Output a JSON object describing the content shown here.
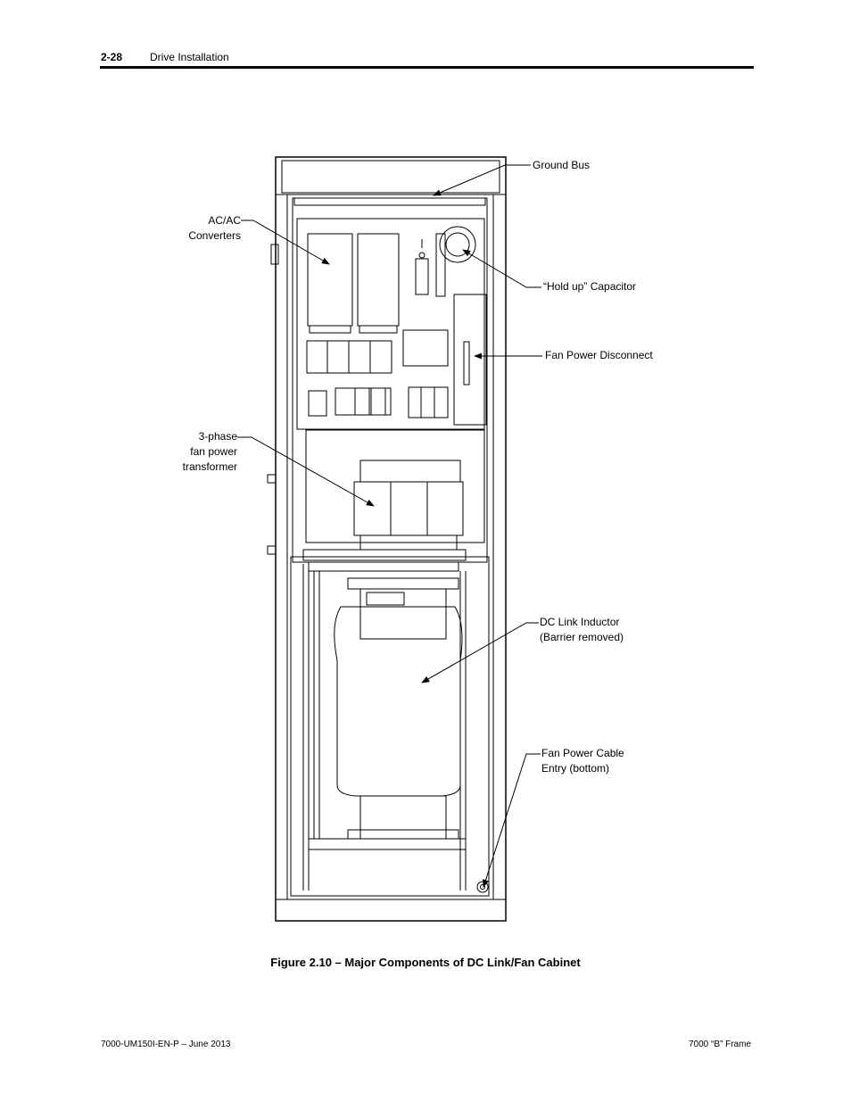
{
  "header": {
    "page_number": "2-28",
    "section_title": "Drive Installation"
  },
  "callouts": {
    "ground_bus": "Ground Bus",
    "acac_line1": "AC/AC",
    "acac_line2": "Converters",
    "holdup_capacitor": "“Hold up” Capacitor",
    "fan_power_disconnect": "Fan Power Disconnect",
    "transformer_line1": "3-phase",
    "transformer_line2": "fan power",
    "transformer_line3": "transformer",
    "dc_inductor_line1": "DC Link Inductor",
    "dc_inductor_line2": "(Barrier removed)",
    "fan_cable_line1": "Fan Power Cable",
    "fan_cable_line2": "Entry (bottom)"
  },
  "caption": "Figure 2.10 – Major Components of DC Link/Fan Cabinet",
  "footer": {
    "left": "7000-UM150I-EN-P – June 2013",
    "right": "7000 “B” Frame"
  }
}
